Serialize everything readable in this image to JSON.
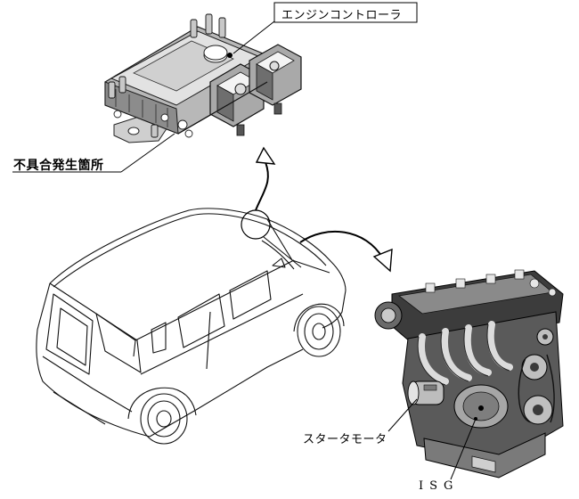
{
  "labels": {
    "engine_controller": "エンジンコントローラ",
    "fault_location": "不具合発生箇所",
    "starter_motor": "スタータモータ",
    "isg": "ISG"
  },
  "colors": {
    "line": "#000000",
    "part_light": "#d6d6d6",
    "part_mid": "#9a9a9a",
    "part_dark": "#3a3a3a",
    "background": "#ffffff"
  }
}
